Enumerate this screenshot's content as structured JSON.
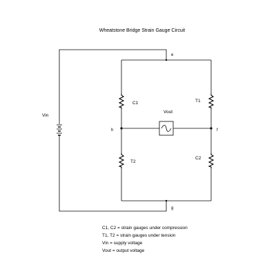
{
  "diagram": {
    "title": "Wheatstone Bridge Strain Gauge Circuit",
    "nodes": {
      "e": "e",
      "g": "g",
      "h": "h",
      "f": "f"
    },
    "components": {
      "c1": "C1",
      "t1": "T1",
      "t2": "T2",
      "c2": "C2",
      "vout": "Vout",
      "vin": "Vin"
    },
    "legend": [
      "C1, C2 = strain gauges under compression",
      "T1, T2 = strain gauges under tension",
      "Vin = supply voltage",
      "Vout = output voltage"
    ]
  }
}
